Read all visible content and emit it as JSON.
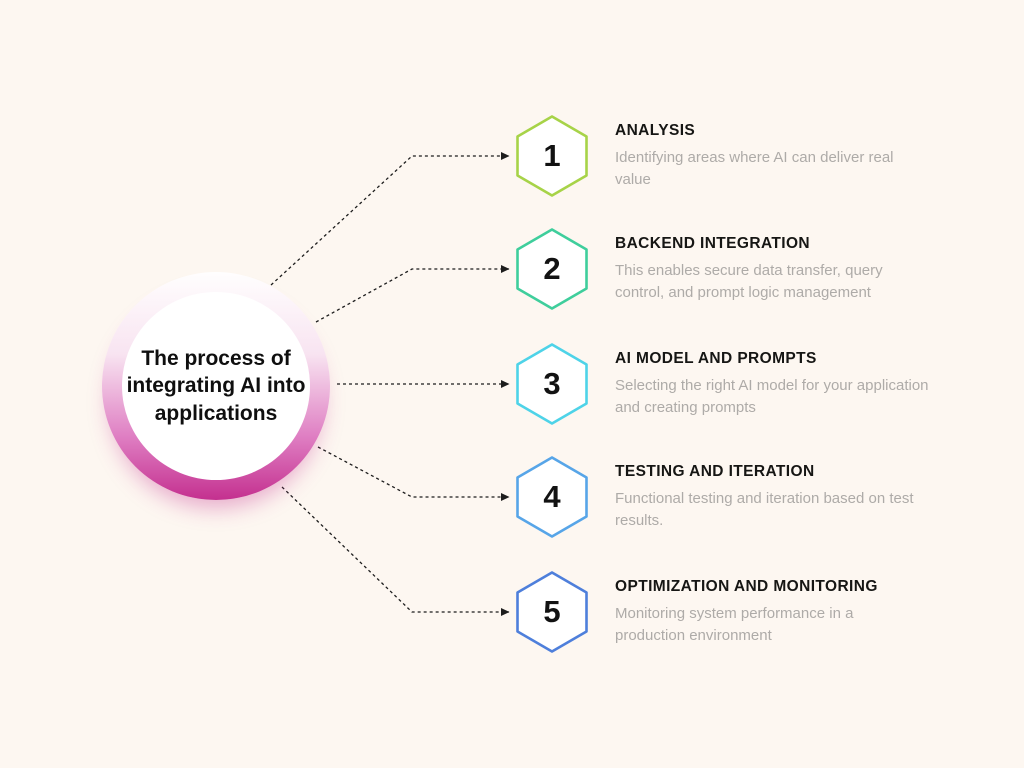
{
  "theme": {
    "bg": "#FDF7F1",
    "ink": "#161614",
    "muted": "#AEABA8",
    "connector": "#1d1d1d",
    "hex-fill": "#FFFFFF",
    "ring-top": "#FFFEFE",
    "ring-mid1": "#F8E4F1",
    "ring-mid2": "#DF7FC3",
    "ring-bottom": "#C4308F"
  },
  "center": {
    "title": "The process of integrating AI into applications",
    "title_lines": [
      "The process of",
      "integrating AI into",
      "applications"
    ]
  },
  "steps": [
    {
      "num": "1",
      "title": "ANALYSIS",
      "desc": "Identifying areas where AI can deliver real value",
      "color": "#A7D348"
    },
    {
      "num": "2",
      "title": "BACKEND INTEGRATION",
      "desc": "This enables secure data transfer, query control, and prompt logic management",
      "color": "#3FCE9C"
    },
    {
      "num": "3",
      "title": "AI MODEL AND PROMPTS",
      "desc": "Selecting the right AI model for your application and creating prompts",
      "color": "#4ED3E8"
    },
    {
      "num": "4",
      "title": "TESTING AND ITERATION",
      "desc": "Functional testing and iteration based on test results.",
      "color": "#57A5E8"
    },
    {
      "num": "5",
      "title": "OPTIMIZATION AND MONITORING",
      "desc": "Monitoring system performance in a production environment",
      "color": "#4E7FDB"
    }
  ]
}
